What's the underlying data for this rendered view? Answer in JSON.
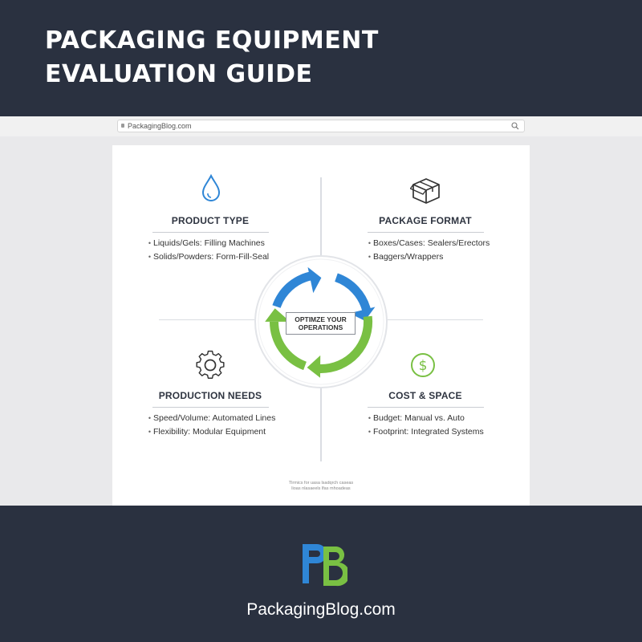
{
  "header": {
    "title_line1": "PACKAGING EQUIPMENT",
    "title_line2": "EVALUATION GUIDE"
  },
  "browser": {
    "url": "PackagingBlog.com",
    "search_icon": "search-icon",
    "lock_icon": "lock-icon"
  },
  "diagram": {
    "center_line1": "OPTIMZE YOUR",
    "center_line2": "OPERATIONS",
    "cycle_colors": {
      "blue": "#2f86d6",
      "green": "#79c043"
    },
    "quadrants": {
      "product_type": {
        "icon": "droplet-icon",
        "title": "PRODUCT TYPE",
        "items": [
          "Liquids/Gels: Filling Machines",
          "Solids/Powders: Form-Fill-Seal"
        ]
      },
      "package_format": {
        "icon": "box-icon",
        "title": "PACKAGE FORMAT",
        "items": [
          "Boxes/Cases: Sealers/Erectors",
          "Baggers/Wrappers"
        ]
      },
      "production_needs": {
        "icon": "gear-icon",
        "title": "PRODUCTION NEEDS",
        "items": [
          "Speed/Volume: Automated Lines",
          "Flexibility: Modular Equipment"
        ]
      },
      "cost_space": {
        "icon": "dollar-circle-icon",
        "title": "COST & SPACE",
        "items": [
          "Budget: Manual vs. Auto",
          "Footprint: Integrated Systems"
        ]
      }
    },
    "fine_print_line1": "Tlrmics for uasa lsadqrch caseas",
    "fine_print_line2": "lioas nlasaeels lfas mhoadeas"
  },
  "footer": {
    "logo_icon": "pb-logo-icon",
    "site": "PackagingBlog.com",
    "logo_colors": {
      "blue": "#2f86d6",
      "green": "#79c043"
    }
  }
}
